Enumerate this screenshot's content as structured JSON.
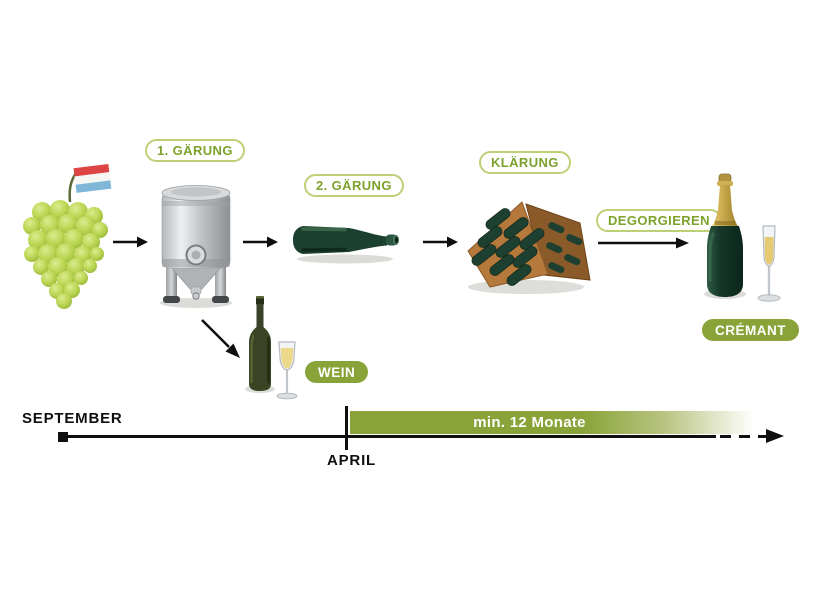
{
  "diagram": {
    "title": "Crémant production process",
    "steps": {
      "fermentation1": "1. GÄRUNG",
      "fermentation2": "2. GÄRUNG",
      "clarification": "KLÄRUNG",
      "disgorging": "DEGORGIEREN"
    },
    "products": {
      "wine": "WEIN",
      "cremant": "CRÉMANT"
    },
    "timeline": {
      "start": "SEPTEMBER",
      "april": "APRIL",
      "duration": "min. 12 Monate"
    },
    "colors": {
      "accent_green": "#8aa338",
      "pill_text_green": "#7da22c",
      "pill_border_green": "#bdd077",
      "line_black": "#0f0f0f"
    },
    "illustrations": [
      "grapes-with-luxembourg-flag",
      "steel-fermentation-tank",
      "lying-wine-bottle",
      "riddling-rack-with-bottles",
      "champagne-bottle",
      "champagne-flute",
      "wine-bottle",
      "wine-glass"
    ]
  }
}
